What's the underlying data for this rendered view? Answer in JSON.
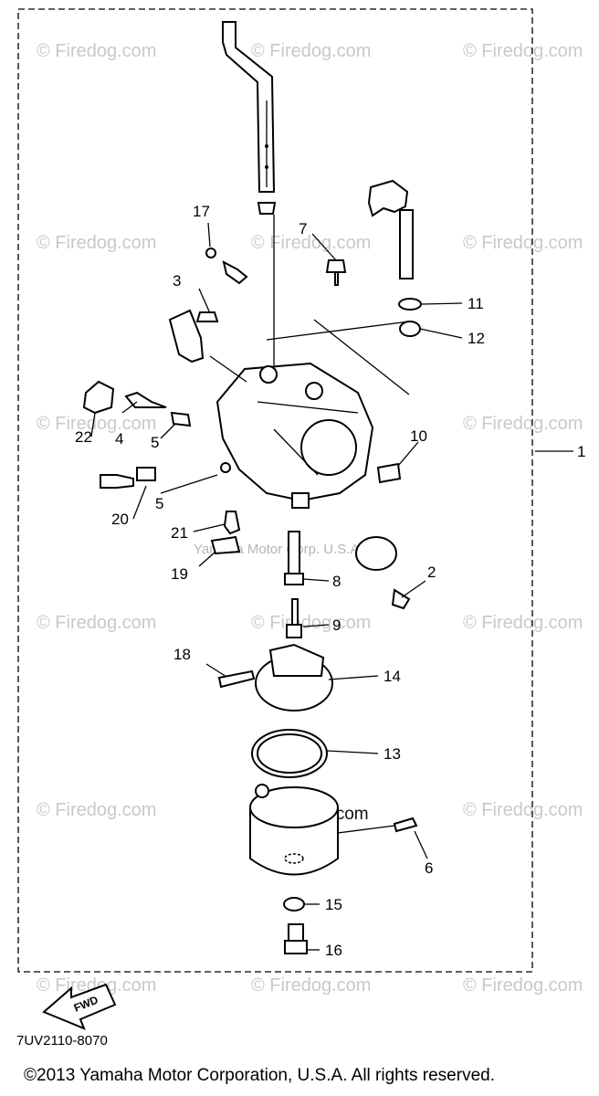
{
  "diagram": {
    "callouts": {
      "p1": "1",
      "p2": "2",
      "p3": "3",
      "p4": "4",
      "p5a": "5",
      "p5b": "5",
      "p6": "6",
      "p7": "7",
      "p8": "8",
      "p9": "9",
      "p10": "10",
      "p11": "11",
      "p12": "12",
      "p13": "13",
      "p14": "14",
      "p15": "15",
      "p16": "16",
      "p17": "17",
      "p18": "18",
      "p19": "19",
      "p20": "20",
      "p21": "21",
      "p22": "22"
    },
    "watermark": "© Firedog.com",
    "center_watermark": "Firedog.com",
    "inline_watermark": "Yamaha Motor Corp. U.S.A.",
    "forward_arrow_label": "FWD",
    "diagram_code": "7UV2110-8070",
    "copyright": "©2013 Yamaha Motor Corporation, U.S.A. All rights reserved."
  }
}
